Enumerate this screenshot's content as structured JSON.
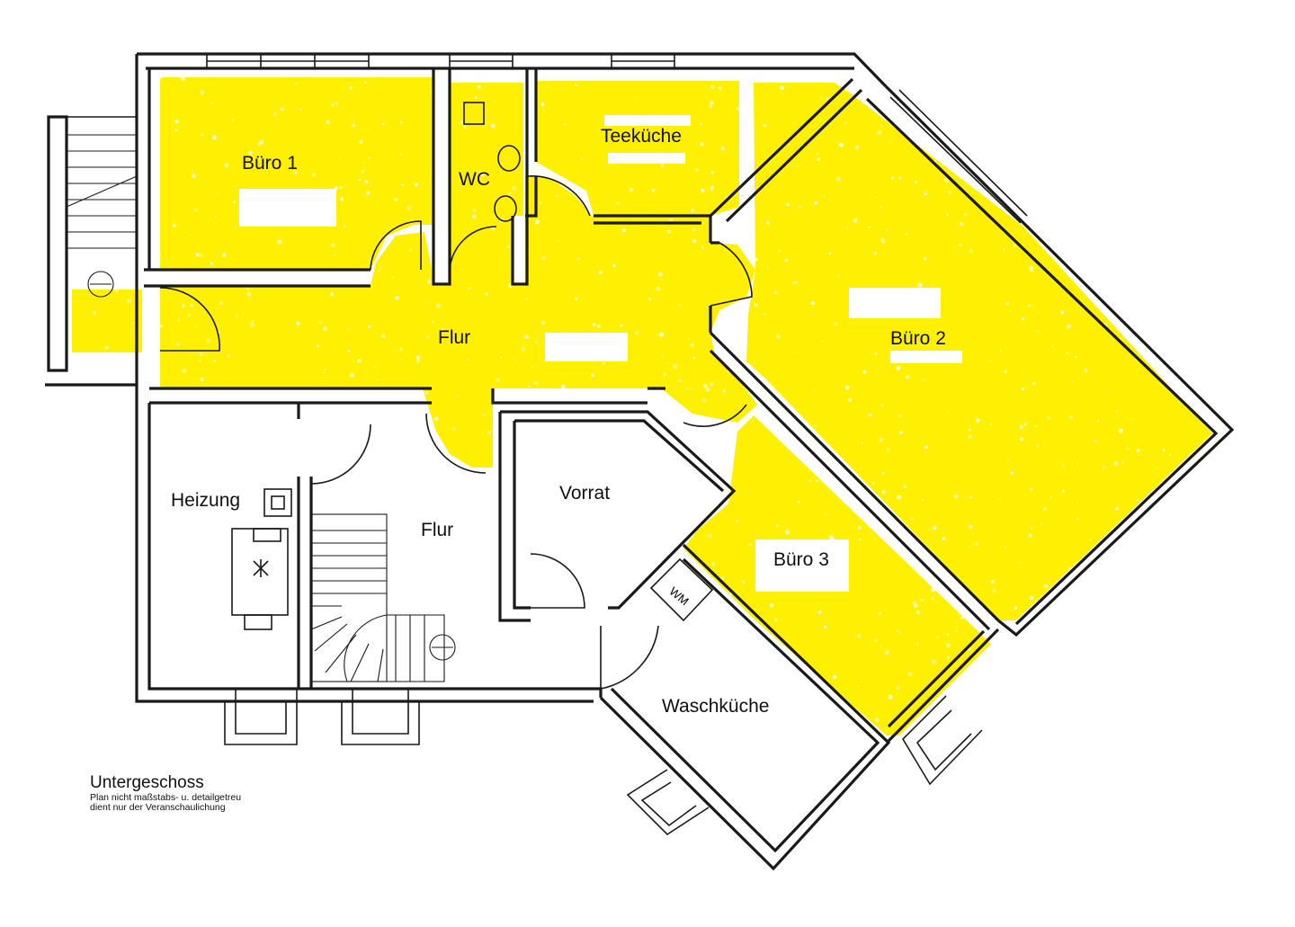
{
  "plan": {
    "highlight_color": "#ffef00",
    "wall_color": "#1a1a1a",
    "rooms": [
      {
        "key": "buero1",
        "label": "Büro 1",
        "highlighted": true
      },
      {
        "key": "wc",
        "label": "WC",
        "highlighted": true
      },
      {
        "key": "teekueche",
        "label": "Teeküche",
        "highlighted": true
      },
      {
        "key": "buero2",
        "label": "Büro 2",
        "highlighted": true
      },
      {
        "key": "flur_upper",
        "label": "Flur",
        "highlighted": true
      },
      {
        "key": "buero3",
        "label": "Büro 3",
        "highlighted": true
      },
      {
        "key": "heizung",
        "label": "Heizung",
        "highlighted": false
      },
      {
        "key": "flur_lower",
        "label": "Flur",
        "highlighted": false
      },
      {
        "key": "vorrat",
        "label": "Vorrat",
        "highlighted": false
      },
      {
        "key": "waschkueche",
        "label": "Waschküche",
        "highlighted": false
      }
    ],
    "appliance_label": "WM"
  },
  "caption": {
    "title": "Untergeschoss",
    "line1": "Plan nicht maßstabs- u. detailgetreu",
    "line2": "dient nur der Veranschaulichung"
  }
}
